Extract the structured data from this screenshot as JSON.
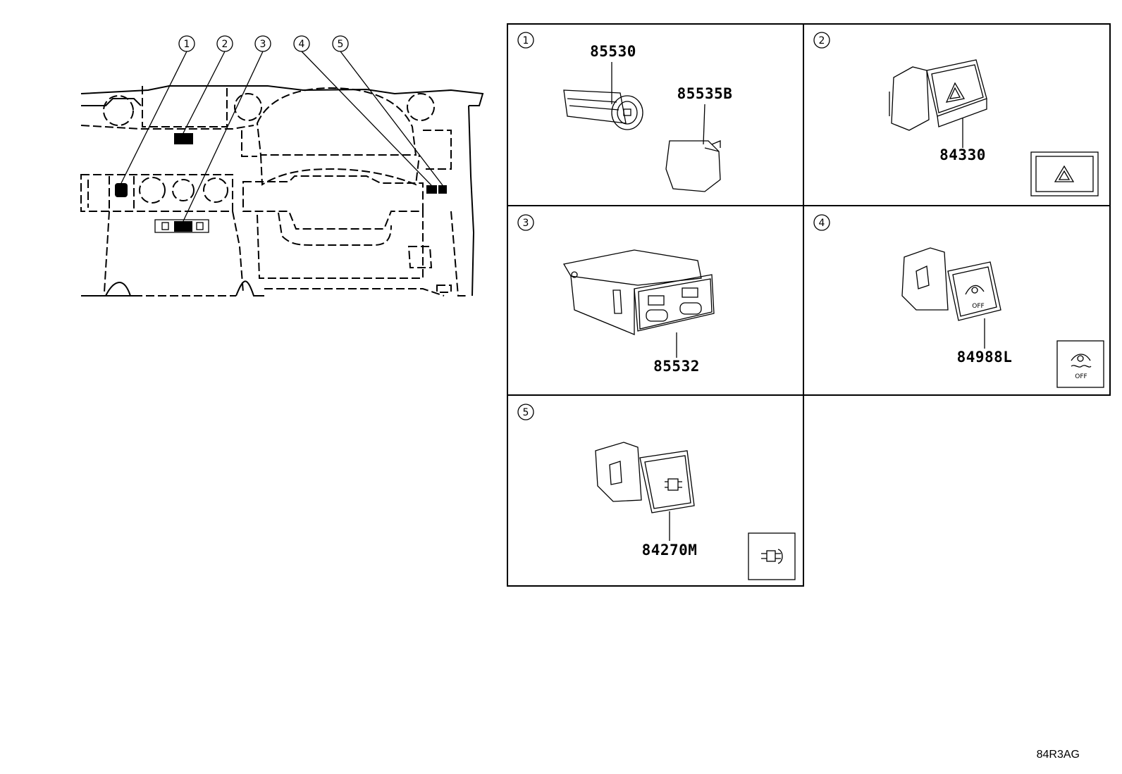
{
  "diagram": {
    "overview": {
      "callouts": [
        "1",
        "2",
        "3",
        "4",
        "5"
      ]
    },
    "panels": [
      {
        "index": "1",
        "parts": [
          "85530",
          "85535B"
        ]
      },
      {
        "index": "2",
        "parts": [
          "84330"
        ]
      },
      {
        "index": "3",
        "parts": [
          "85532"
        ]
      },
      {
        "index": "4",
        "parts": [
          "84988L"
        ]
      },
      {
        "index": "5",
        "parts": [
          "84270M"
        ]
      }
    ],
    "icons": {
      "panel2": "hazard-triangle-icon",
      "panel4": "traction-control-off-icon",
      "panel5": "differential-lock-icon"
    },
    "icon_labels": {
      "traction_off": "OFF"
    },
    "reference_code": "84R3AG"
  }
}
